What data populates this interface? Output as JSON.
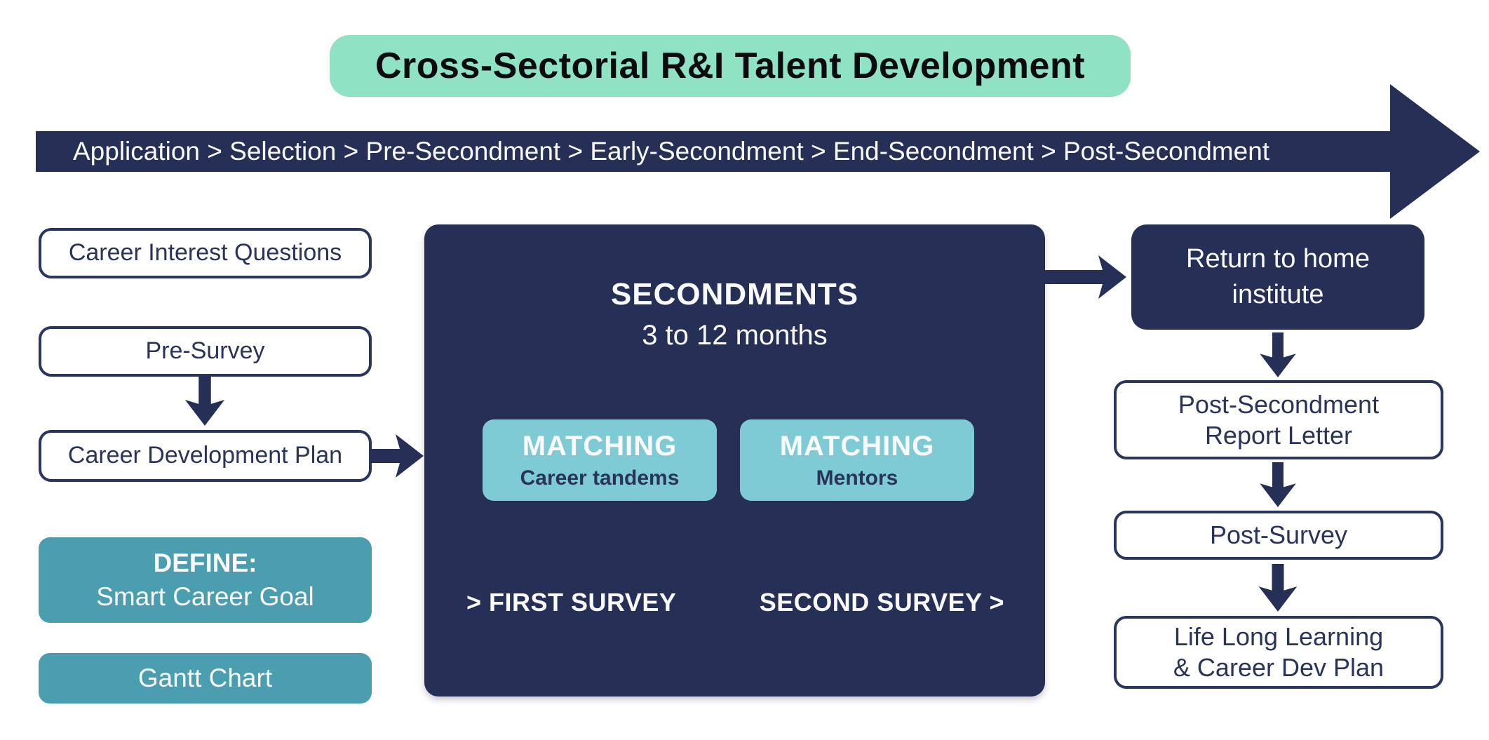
{
  "title": {
    "text": "Cross-Sectorial R&I Talent Development"
  },
  "banner": {
    "stages": [
      "Application",
      "Selection",
      "Pre-Secondment",
      "Early-Secondment",
      "End-Secondment",
      "Post-Secondment"
    ],
    "display": "Application > Selection > Pre-Secondment > Early-Secondment > End-Secondment > Post-Secondment"
  },
  "left_column": {
    "career_interest": "Career Interest Questions",
    "pre_survey": "Pre-Survey",
    "career_dev_plan": "Career Development Plan",
    "define_heading": "DEFINE:",
    "define_sub": "Smart Career Goal",
    "gantt": "Gantt Chart"
  },
  "center": {
    "heading": "SECONDMENTS",
    "subheading": "3 to 12 months",
    "matching_left": {
      "title": "MATCHING",
      "sub": "Career tandems"
    },
    "matching_right": {
      "title": "MATCHING",
      "sub": "Mentors"
    },
    "first_survey": "> FIRST SURVEY",
    "second_survey": "SECOND SURVEY >"
  },
  "right_column": {
    "return_home_line1": "Return to home",
    "return_home_line2": "institute",
    "post_secondment_line1": "Post-Secondment",
    "post_secondment_line2": "Report Letter",
    "post_survey": "Post-Survey",
    "life_long_line1": "Life Long Learning",
    "life_long_line2": "& Career Dev Plan"
  },
  "colors": {
    "navy": "#262F55",
    "teal": "#4A9EB0",
    "light_teal": "#7ECBD6",
    "mint": "#8FE3C4",
    "outline_navy": "#2A3560",
    "text_navy": "#2A3358",
    "white": "#FAFAFC"
  }
}
